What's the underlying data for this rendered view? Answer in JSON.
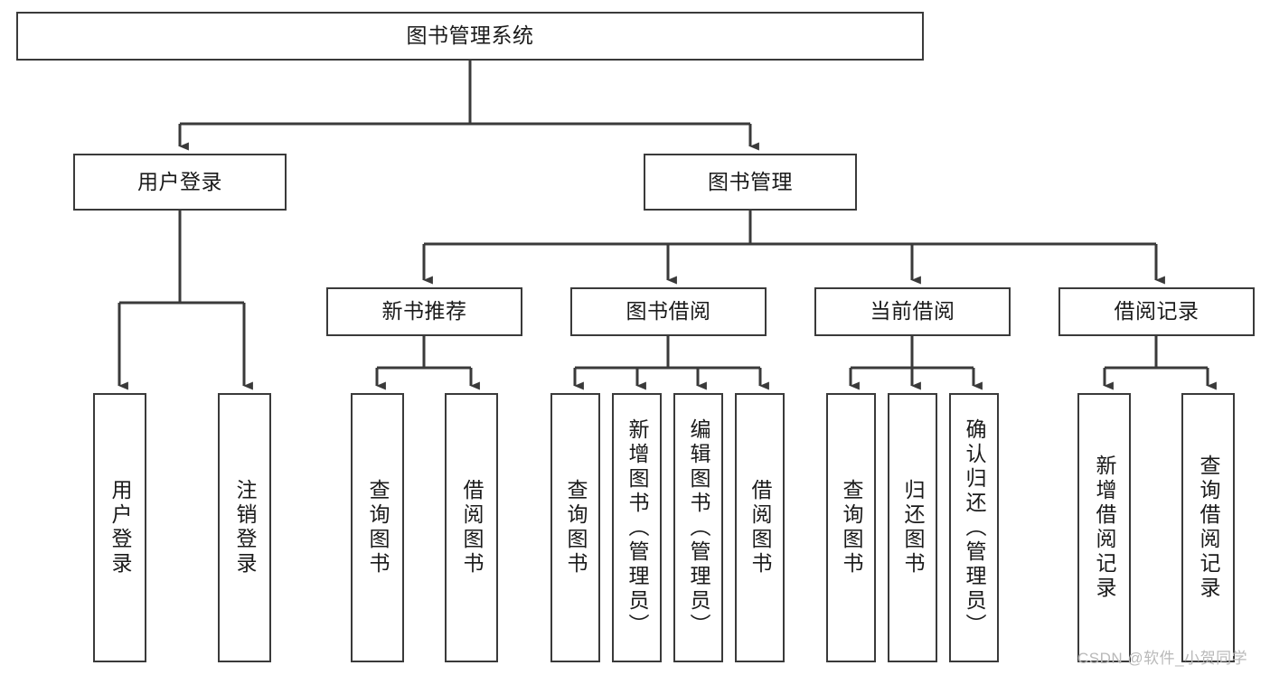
{
  "diagram": {
    "title": "图书管理系统",
    "type": "tree",
    "orientation": "top-down",
    "colors": {
      "box_border": "#3a3a3a",
      "box_fill": "#ffffff",
      "connector": "#3a3a3a",
      "text": "#1a1a1a",
      "watermark": "#b9b9b9",
      "background": "#ffffff"
    },
    "nodes": {
      "root": {
        "label": "图书管理系统"
      },
      "level2": [
        {
          "id": "user-login",
          "label": "用户登录"
        },
        {
          "id": "book-management",
          "label": "图书管理"
        }
      ],
      "level3": [
        {
          "id": "new-book-recommend",
          "label": "新书推荐"
        },
        {
          "id": "book-borrow",
          "label": "图书借阅"
        },
        {
          "id": "current-borrow",
          "label": "当前借阅"
        },
        {
          "id": "borrow-record",
          "label": "借阅记录"
        }
      ],
      "leaves": {
        "user-login": [
          {
            "id": "leaf-user-login",
            "label": "用户登录"
          },
          {
            "id": "leaf-logout-login",
            "label": "注销登录"
          }
        ],
        "new-book-recommend": [
          {
            "id": "leaf-query-book-1",
            "label": "查询图书"
          },
          {
            "id": "leaf-borrow-book-1",
            "label": "借阅图书"
          }
        ],
        "book-borrow": [
          {
            "id": "leaf-query-book-2",
            "label": "查询图书"
          },
          {
            "id": "leaf-add-book",
            "label": "新增图书（管理员）"
          },
          {
            "id": "leaf-edit-book",
            "label": "编辑图书（管理员）"
          },
          {
            "id": "leaf-borrow-book-2",
            "label": "借阅图书"
          }
        ],
        "current-borrow": [
          {
            "id": "leaf-query-book-3",
            "label": "查询图书"
          },
          {
            "id": "leaf-return-book",
            "label": "归还图书"
          },
          {
            "id": "leaf-confirm-return",
            "label": "确认归还（管理员）"
          }
        ],
        "borrow-record": [
          {
            "id": "leaf-add-record",
            "label": "新增借阅记录"
          },
          {
            "id": "leaf-query-record",
            "label": "查询借阅记录"
          }
        ]
      }
    },
    "watermark": "CSDN @软件_小贺同学"
  }
}
